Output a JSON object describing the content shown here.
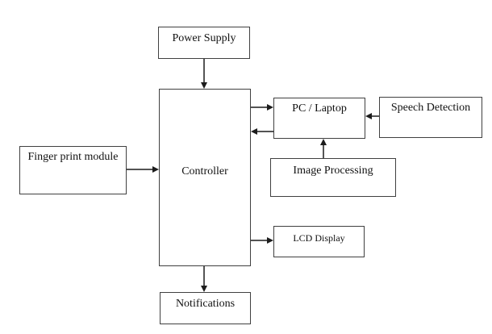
{
  "diagram": {
    "nodes": {
      "power_supply": {
        "label": "Power Supply"
      },
      "controller": {
        "label": "Controller"
      },
      "pc_laptop": {
        "label": "PC / Laptop"
      },
      "speech_detection": {
        "label": "Speech Detection"
      },
      "image_processing": {
        "label": "Image Processing"
      },
      "finger_print_module": {
        "label": "Finger print module"
      },
      "lcd_display": {
        "label": "LCD Display"
      },
      "notifications": {
        "label": "Notifications"
      }
    },
    "edges": [
      {
        "from": "power_supply",
        "to": "controller"
      },
      {
        "from": "controller",
        "to": "pc_laptop"
      },
      {
        "from": "pc_laptop",
        "to": "controller"
      },
      {
        "from": "speech_detection",
        "to": "pc_laptop"
      },
      {
        "from": "image_processing",
        "to": "pc_laptop"
      },
      {
        "from": "finger_print_module",
        "to": "controller"
      },
      {
        "from": "controller",
        "to": "lcd_display"
      },
      {
        "from": "controller",
        "to": "notifications"
      }
    ],
    "colors": {
      "background": "#ffffff",
      "box_border": "#404040",
      "arrow": "#1c1c1c",
      "text": "#111111"
    }
  }
}
